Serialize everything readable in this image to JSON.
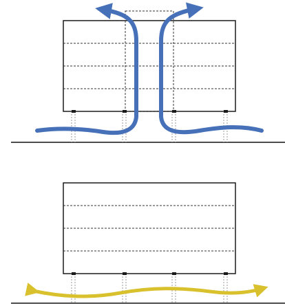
{
  "diagram": {
    "panels": [
      {
        "name": "top",
        "floors": 4,
        "columns": 4,
        "atrium": true,
        "airflow": "upward-through-atrium",
        "flow_color": "#4670b8"
      },
      {
        "name": "bottom",
        "floors": 4,
        "columns": 4,
        "atrium": false,
        "airflow": "horizontal-under-building",
        "flow_color": "#d8c12c"
      }
    ],
    "colors": {
      "building_stroke": "#1a1a1a",
      "floor_line": "#333333",
      "pilotis": "#9a9a9a",
      "ground": "#111111"
    }
  }
}
